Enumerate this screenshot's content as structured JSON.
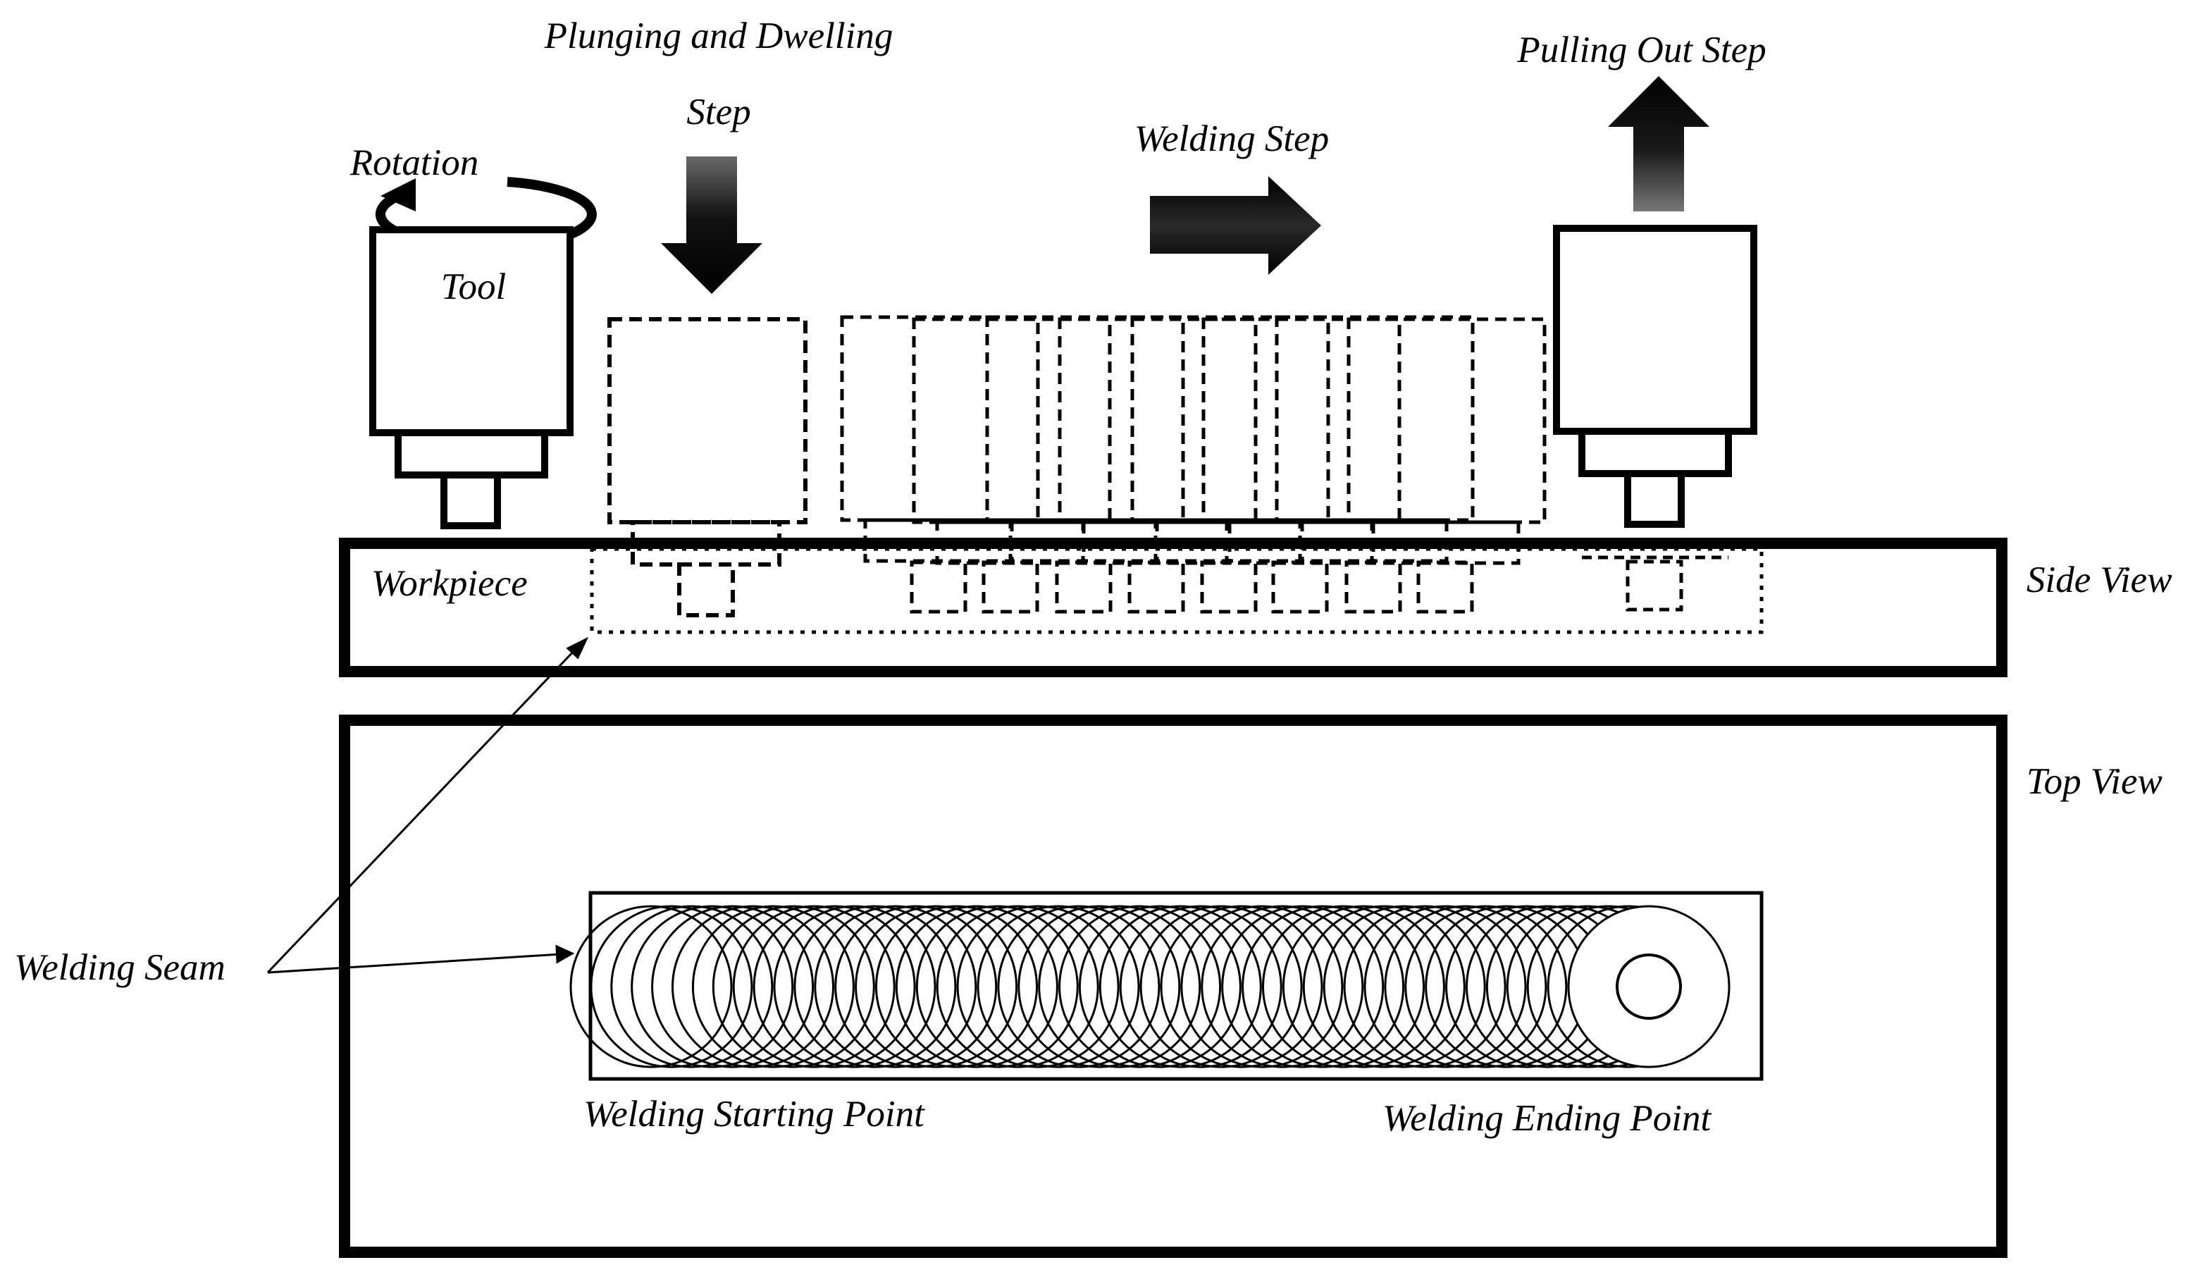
{
  "labels": {
    "rotation": "Rotation",
    "tool": "Tool",
    "plunging_line1": "Plunging and Dwelling",
    "plunging_line2": "Step",
    "welding_step": "Welding Step",
    "pulling_out_step": "Pulling Out Step",
    "workpiece": "Workpiece",
    "side_view": "Side View",
    "top_view": "Top View",
    "welding_seam": "Welding Seam",
    "welding_starting_point": "Welding Starting Point",
    "welding_ending_point": "Welding Ending Point"
  },
  "colors": {
    "ink": "#000000",
    "background": "#ffffff"
  },
  "icons": {
    "rotation": "curved-arrow-icon",
    "plunge": "arrow-down-icon",
    "weld": "arrow-right-icon",
    "pull_out": "arrow-up-icon"
  }
}
